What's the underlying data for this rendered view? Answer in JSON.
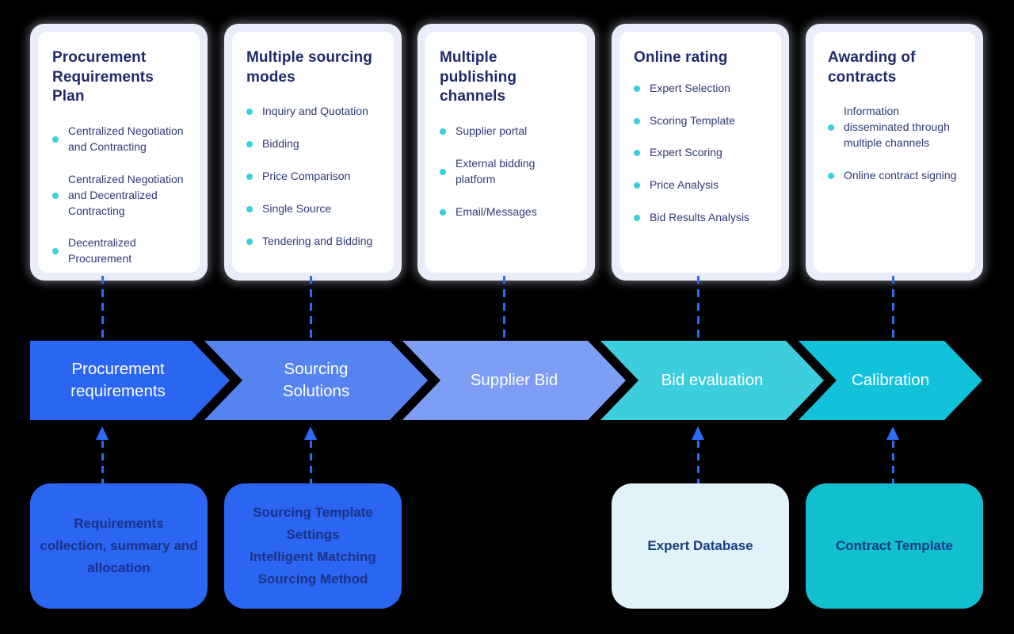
{
  "colors": {
    "page_background": "#000000",
    "card_halo": "#e8edf9",
    "card_background": "#ffffff",
    "card_title_text": "#1f2a6b",
    "card_item_text": "#2f3a77",
    "bullet_dot": "#38d0d9",
    "connector": "#2e6bf2",
    "flow_text": "#ffffff"
  },
  "cards": [
    {
      "title": "Procurement Requirements Plan",
      "items": [
        "Centralized Negotiation and Contracting",
        "Centralized Negotiation and Decentralized Contracting",
        "Decentralized Procurement"
      ]
    },
    {
      "title": "Multiple sourcing modes",
      "items": [
        "Inquiry and Quotation",
        "Bidding",
        "Price Comparison",
        "Single Source",
        "Tendering and Bidding"
      ]
    },
    {
      "title": "Multiple publishing channels",
      "items": [
        "Supplier portal",
        "External bidding platform",
        "Email/Messages"
      ]
    },
    {
      "title": "Online rating",
      "items": [
        "Expert Selection",
        "Scoring Template",
        "Expert Scoring",
        "Price Analysis",
        "Bid Results Analysis"
      ]
    },
    {
      "title": "Awarding of contracts",
      "items": [
        "Information disseminated through multiple channels",
        "Online contract signing"
      ]
    }
  ],
  "flow_steps": [
    {
      "label": "Procurement\nrequirements",
      "color": "#2a66f2"
    },
    {
      "label": "Sourcing\nSolutions",
      "color": "#5584f0"
    },
    {
      "label": "Supplier Bid",
      "color": "#7e9df4"
    },
    {
      "label": "Bid evaluation",
      "color": "#3ccedc"
    },
    {
      "label": "Calibration",
      "color": "#12c2db"
    }
  ],
  "bottom_boxes": [
    {
      "label": "Requirements collection, summary and allocation",
      "bg": "#2a66f2",
      "text_color": "#1b3186"
    },
    {
      "label": "Sourcing Template\nSettings\nIntelligent Matching\nSourcing Method",
      "bg": "#2a66f2",
      "text_color": "#1b3186"
    },
    {
      "label": "Expert Database",
      "bg": "#dff3f8",
      "text_color": "#1d3c80"
    },
    {
      "label": "Contract Template",
      "bg": "#12bfce",
      "text_color": "#103c8a"
    }
  ]
}
